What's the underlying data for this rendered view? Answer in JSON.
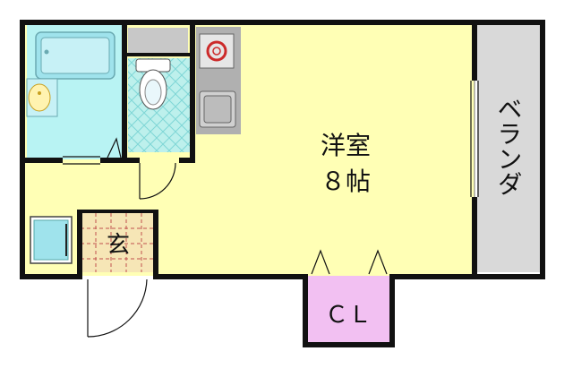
{
  "rooms": {
    "western_room": {
      "name": "洋室",
      "size": "８帖"
    },
    "balcony": {
      "name": "ベランダ"
    },
    "entrance": {
      "name": "玄"
    },
    "closet": {
      "name": "ＣＬ"
    }
  },
  "colors": {
    "wall": "#111111",
    "western_room_floor": "#ffffb5",
    "bath_floor": "#b8f3f3",
    "toilet_tile": "#bdf0ec",
    "toilet_tile_lines": "#7fd6d6",
    "balcony_floor": "#d9d9d9",
    "closet_floor": "#f2c0f2",
    "entrance_floor": "#f6e6b6",
    "entrance_tile_lines": "#c0504d",
    "kitchen_gray": "#b0b0b0",
    "stove_ring": "#cc2a2a",
    "fixture_cyan": "#9fe3ec"
  },
  "icons": [
    "bathtub-icon",
    "washbasin-icon",
    "toilet-icon",
    "stove-icon",
    "sink-icon",
    "fridge-icon",
    "door-swing-icon"
  ]
}
